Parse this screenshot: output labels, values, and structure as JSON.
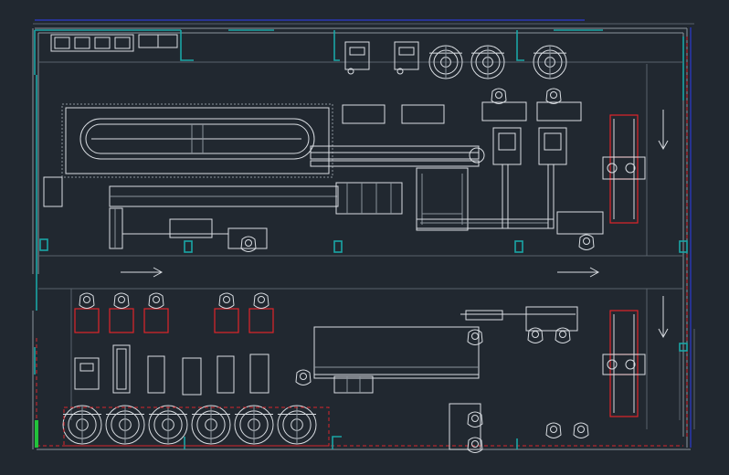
{
  "drawing": {
    "colors": {
      "background": "#212830",
      "linework": "#d9dde2",
      "column": "#1aa6a6",
      "highlight": "#e0242a",
      "boundary": "#2c3bd0",
      "green_mark": "#22c23a"
    },
    "flow_arrows": [
      "right",
      "right",
      "down",
      "down"
    ],
    "counts": {
      "upper_round_units": 3,
      "lower_round_units": 6,
      "red_stations": 5
    }
  }
}
